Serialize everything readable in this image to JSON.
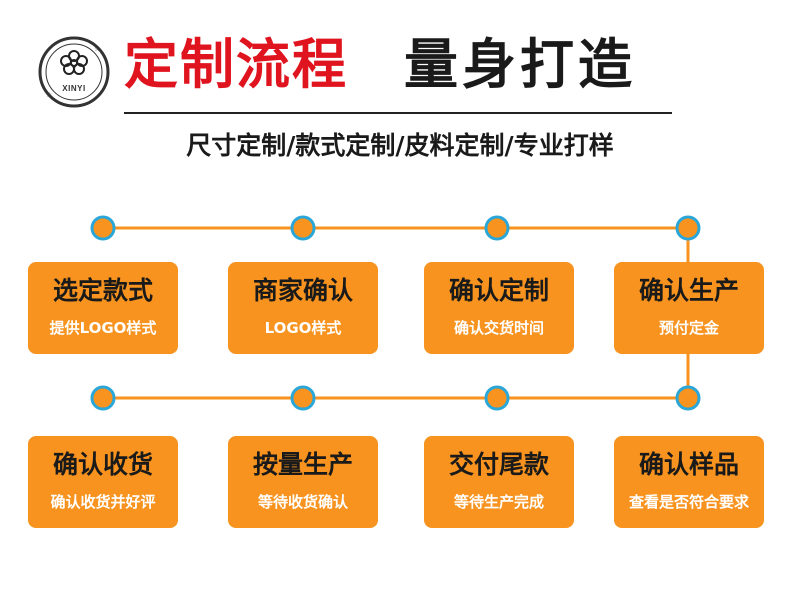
{
  "header": {
    "logo_text": "XINYI",
    "title_red": "定制流程",
    "title_black": "量身打造",
    "subtitle": "尺寸定制/款式定制/皮料定制/专业打样"
  },
  "colors": {
    "accent": "#f7931e",
    "title_red": "#e0141e",
    "node_fill": "#f7931e",
    "node_ring": "#2aa7d8",
    "line": "#f7931e"
  },
  "steps_row1": [
    {
      "title": "选定款式",
      "sub": "提供LOGO样式"
    },
    {
      "title": "商家确认",
      "sub": "LOGO样式"
    },
    {
      "title": "确认定制",
      "sub": "确认交货时间"
    },
    {
      "title": "确认生产",
      "sub": "预付定金"
    }
  ],
  "steps_row2": [
    {
      "title": "确认收货",
      "sub": "确认收货并好评"
    },
    {
      "title": "按量生产",
      "sub": "等待收货确认"
    },
    {
      "title": "交付尾款",
      "sub": "等待生产完成"
    },
    {
      "title": "确认样品",
      "sub": "查看是否符合要求"
    }
  ]
}
